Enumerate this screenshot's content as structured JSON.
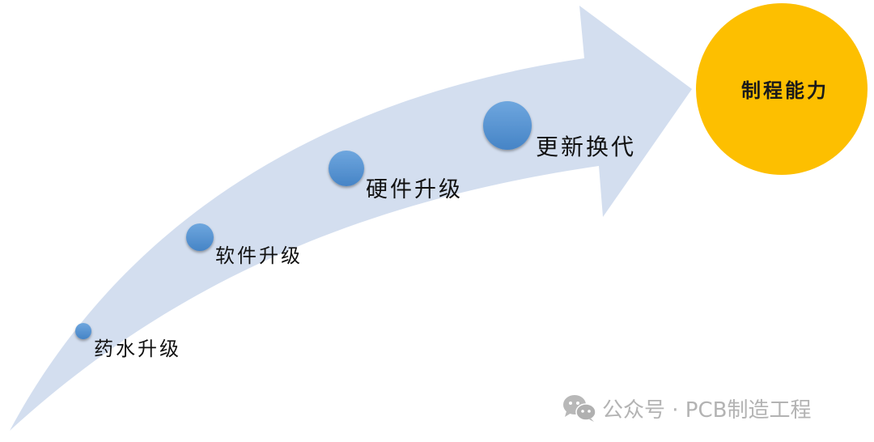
{
  "diagram": {
    "type": "progress-arrow",
    "arrow_color": "#d3deef",
    "stages": [
      {
        "label": "药水升级",
        "order": 1
      },
      {
        "label": "软件升级",
        "order": 2
      },
      {
        "label": "硬件升级",
        "order": 3
      },
      {
        "label": "更新换代",
        "order": 4
      }
    ],
    "stage_dot_color": "#5b97d6",
    "target": {
      "label": "制程能力",
      "color": "#fdbf00"
    }
  },
  "watermark": {
    "icon": "wechat-icon",
    "text": "公众号 · PCB制造工程"
  }
}
